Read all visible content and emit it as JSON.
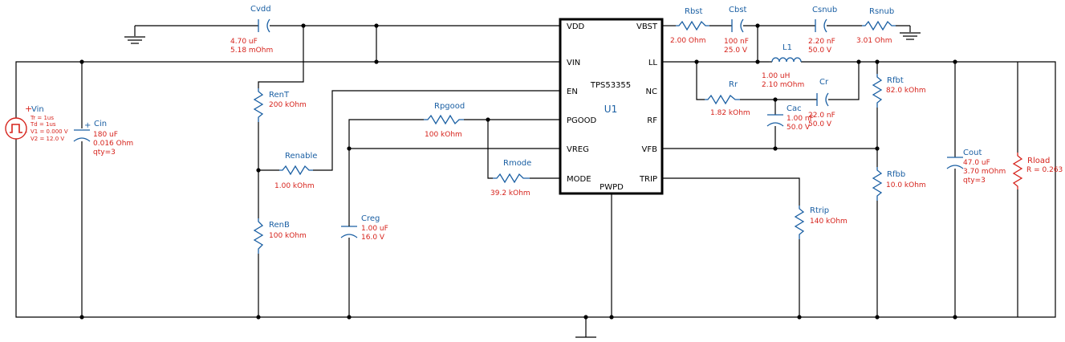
{
  "ic": {
    "part": "TPS53355",
    "ref": "U1",
    "pins_left": [
      "VDD",
      "VIN",
      "EN",
      "PGOOD",
      "VREG",
      "MODE"
    ],
    "pins_right": [
      "VBST",
      "LL",
      "NC",
      "RF",
      "VFB",
      "TRIP"
    ],
    "pin_bottom": "PWPD"
  },
  "source": {
    "name": "Vin",
    "tr": "Tr = 1us",
    "td": "Td = 1us",
    "v1": "V1 = 0.000 V",
    "v2": "V2 = 12.0 V"
  },
  "components": {
    "cvdd": {
      "name": "Cvdd",
      "v1": "4.70 uF",
      "v2": "5.18 mOhm"
    },
    "cin": {
      "name": "Cin",
      "v1": "180 uF",
      "v2": "0.016 Ohm",
      "v3": "qty=3"
    },
    "rent": {
      "name": "RenT",
      "v1": "200 kOhm"
    },
    "renable": {
      "name": "Renable",
      "v1": "1.00 kOhm"
    },
    "renb": {
      "name": "RenB",
      "v1": "100 kOhm"
    },
    "rpgood": {
      "name": "Rpgood",
      "v1": "100 kOhm"
    },
    "rmode": {
      "name": "Rmode",
      "v1": "39.2 kOhm"
    },
    "creg": {
      "name": "Creg",
      "v1": "1.00 uF",
      "v2": "16.0 V"
    },
    "rbst": {
      "name": "Rbst",
      "v1": "2.00 Ohm"
    },
    "cbst": {
      "name": "Cbst",
      "v1": "100 nF",
      "v2": "25.0 V"
    },
    "csnub": {
      "name": "Csnub",
      "v1": "2.20 nF",
      "v2": "50.0 V"
    },
    "rsnub": {
      "name": "Rsnub",
      "v1": "3.01 Ohm"
    },
    "l1": {
      "name": "L1",
      "v1": "1.00 uH",
      "v2": "2.10 mOhm"
    },
    "rr": {
      "name": "Rr",
      "v1": "1.82 kOhm"
    },
    "cr": {
      "name": "Cr",
      "v1": "22.0 nF",
      "v2": "50.0 V"
    },
    "cac": {
      "name": "Cac",
      "v1": "1.00 nF",
      "v2": "50.0 V"
    },
    "rfbt": {
      "name": "Rfbt",
      "v1": "82.0 kOhm"
    },
    "rfbb": {
      "name": "Rfbb",
      "v1": "10.0 kOhm"
    },
    "rtrip": {
      "name": "Rtrip",
      "v1": "140 kOhm"
    },
    "cout": {
      "name": "Cout",
      "v1": "47.0 uF",
      "v2": "3.70 mOhm",
      "v3": "qty=3"
    },
    "rload": {
      "name": "Rload",
      "v1": "R = 0.263"
    }
  },
  "colors": {
    "label": "#1a5fa3",
    "value": "#d6231c",
    "wire": "#000000"
  }
}
